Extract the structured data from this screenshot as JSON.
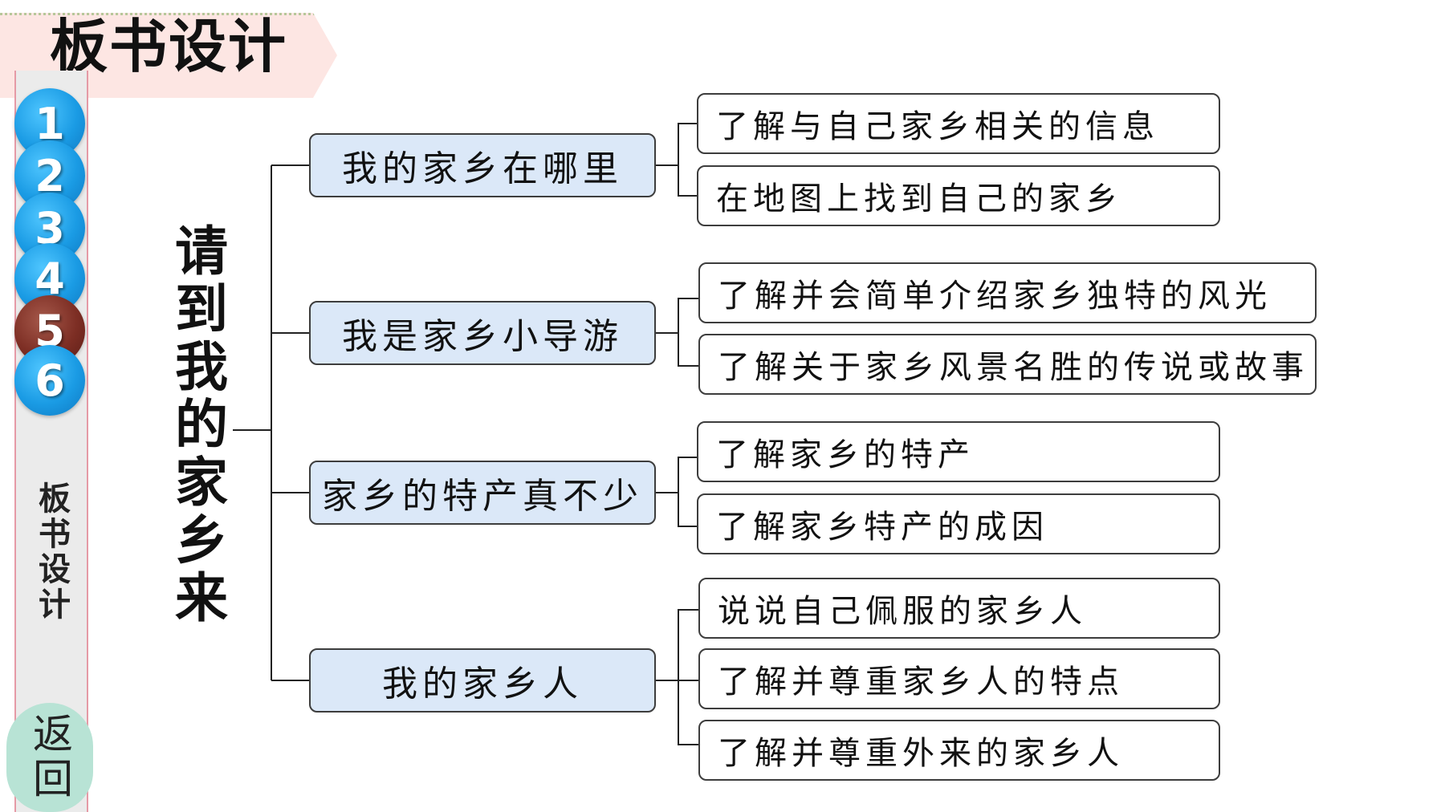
{
  "header": {
    "title": "板书设计"
  },
  "sidebar": {
    "nav": [
      "1",
      "2",
      "3",
      "4",
      "5",
      "6"
    ],
    "active": "5",
    "label": "板书设计",
    "back_label": "返回"
  },
  "diagram": {
    "root": "请到我的家乡来",
    "branches": [
      {
        "label": "我的家乡在哪里",
        "leaves": [
          "了解与自己家乡相关的信息",
          "在地图上找到自己的家乡"
        ]
      },
      {
        "label": "我是家乡小导游",
        "leaves": [
          "了解并会简单介绍家乡独特的风光",
          "了解关于家乡风景名胜的传说或故事"
        ]
      },
      {
        "label": "家乡的特产真不少",
        "leaves": [
          "了解家乡的特产",
          "了解家乡特产的成因"
        ]
      },
      {
        "label": "我的家乡人",
        "leaves": [
          "说说自己佩服的家乡人",
          "了解并尊重家乡人的特点",
          "了解并尊重外来的家乡人"
        ]
      }
    ]
  }
}
